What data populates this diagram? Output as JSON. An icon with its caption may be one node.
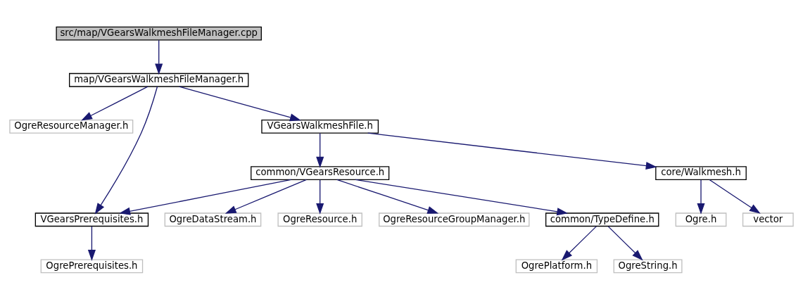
{
  "diagram": {
    "nodes": [
      {
        "text": [
          "src/map/VGearsWalkmeshFileManager.cpp"
        ]
      },
      {
        "text": [
          "map/VGearsWalkmeshFileManager.h"
        ]
      },
      {
        "text": [
          "OgreResourceManager.h"
        ]
      },
      {
        "text": [
          "VGearsWalkmeshFile.h"
        ]
      },
      {
        "text": [
          "common/VGearsResource.h"
        ]
      },
      {
        "text": [
          "core/Walkmesh.h"
        ]
      },
      {
        "text": [
          "VGearsPrerequisites.h"
        ]
      },
      {
        "text": [
          "OgreDataStream.h"
        ]
      },
      {
        "text": [
          "OgreResource.h"
        ]
      },
      {
        "text": [
          "OgreResourceGroupManager.h"
        ]
      },
      {
        "text": [
          "common/TypeDefine.h"
        ]
      },
      {
        "text": [
          "Ogre.h"
        ]
      },
      {
        "text": [
          "vector"
        ]
      },
      {
        "text": [
          "OgrePrerequisites.h"
        ]
      },
      {
        "text": [
          "OgrePlatform.h"
        ]
      },
      {
        "text": [
          "OgreString.h"
        ]
      }
    ],
    "edges": [
      {
        "from": 0,
        "to": 1,
        "arrow": "to"
      },
      {
        "from": 1,
        "to": 2,
        "arrow": "to"
      },
      {
        "from": 1,
        "to": 6,
        "arrow": "to"
      },
      {
        "from": 1,
        "to": 3,
        "arrow": "to"
      },
      {
        "from": 3,
        "to": 4,
        "arrow": "to"
      },
      {
        "from": 3,
        "to": 5,
        "arrow": "to"
      },
      {
        "from": 4,
        "to": 6,
        "arrow": "to"
      },
      {
        "from": 4,
        "to": 7,
        "arrow": "to"
      },
      {
        "from": 4,
        "to": 8,
        "arrow": "to"
      },
      {
        "from": 4,
        "to": 9,
        "arrow": "to"
      },
      {
        "from": 4,
        "to": 10,
        "arrow": "to"
      },
      {
        "from": 5,
        "to": 11,
        "arrow": "to"
      },
      {
        "from": 5,
        "to": 12,
        "arrow": "to"
      },
      {
        "from": 6,
        "to": 13,
        "arrow": "to"
      },
      {
        "from": 10,
        "to": 14,
        "arrow": "to"
      },
      {
        "from": 10,
        "to": 15,
        "arrow": "to"
      }
    ]
  }
}
